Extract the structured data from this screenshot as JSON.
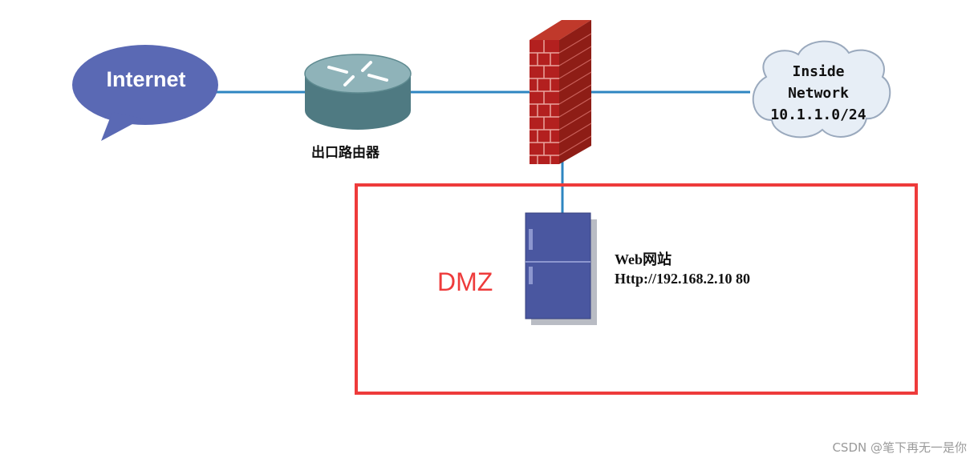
{
  "nodes": {
    "internet": {
      "label": "Internet"
    },
    "router": {
      "label": "出口路由器"
    },
    "firewall": {},
    "inside_network": {
      "lines": [
        "Inside",
        "Network",
        "10.1.1.0/24"
      ]
    },
    "web_server": {
      "title": "Web网站",
      "url": "Http://192.168.2.10 80"
    }
  },
  "zones": {
    "dmz": {
      "label": "DMZ",
      "color": "#ee3b3b"
    }
  },
  "colors": {
    "link": "#2e86c1",
    "internet_bubble": "#5a69b4",
    "server": "#4a57a0",
    "firewall_brick": "#b3201f"
  },
  "watermark": "CSDN @笔下再无一是你"
}
